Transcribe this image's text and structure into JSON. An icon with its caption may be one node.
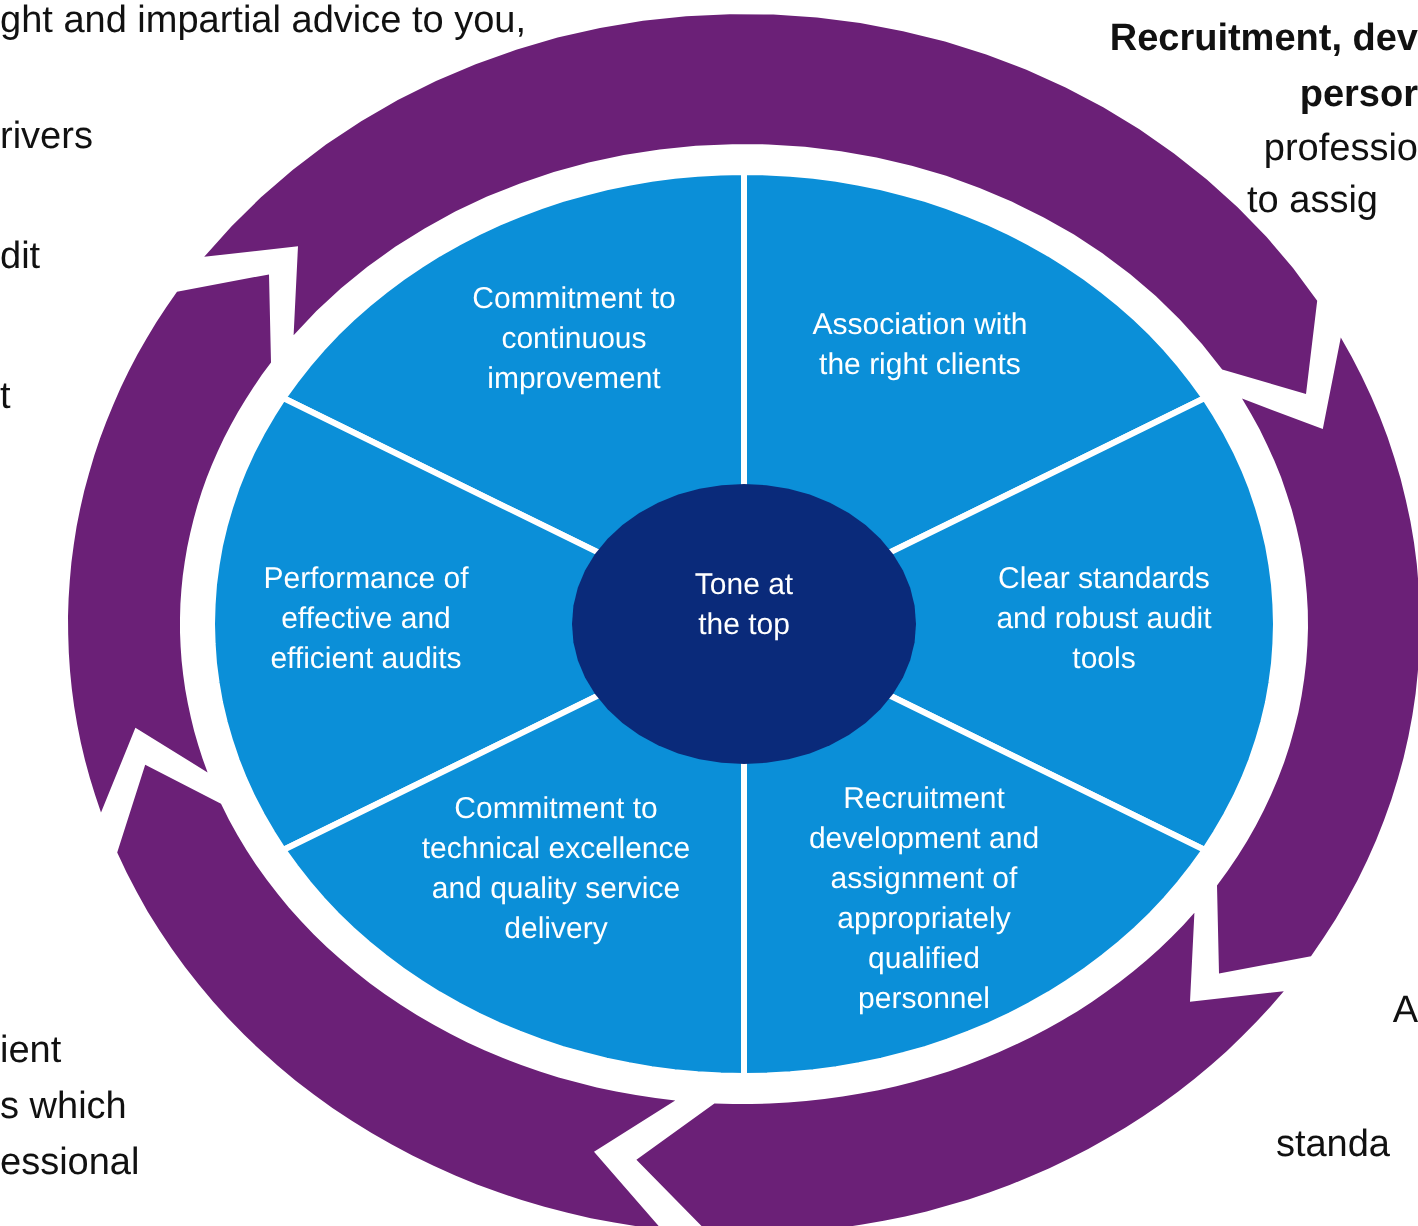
{
  "diagram": {
    "nodes": [
      {
        "text": [
          "Commitment to continuous improvement"
        ]
      },
      {
        "text": [
          "Association with the right clients"
        ]
      },
      {
        "text": [
          "Performance of effective and efficient audits"
        ]
      },
      {
        "text": [
          "Tone at the top"
        ]
      },
      {
        "text": [
          "Clear standards and robust audit tools"
        ]
      },
      {
        "text": [
          "Commitment to technical excellence and quality service delivery"
        ]
      },
      {
        "text": [
          "Recruitment development and assignment of appropriately qualified personnel"
        ]
      }
    ],
    "labels": [
      "ght and impartial advice to you,",
      "rivers",
      "dit",
      "t",
      "Recruitment, dev",
      "persor",
      "professio",
      "to assig",
      "ient",
      "s which",
      "essional",
      "A",
      "standa"
    ]
  }
}
